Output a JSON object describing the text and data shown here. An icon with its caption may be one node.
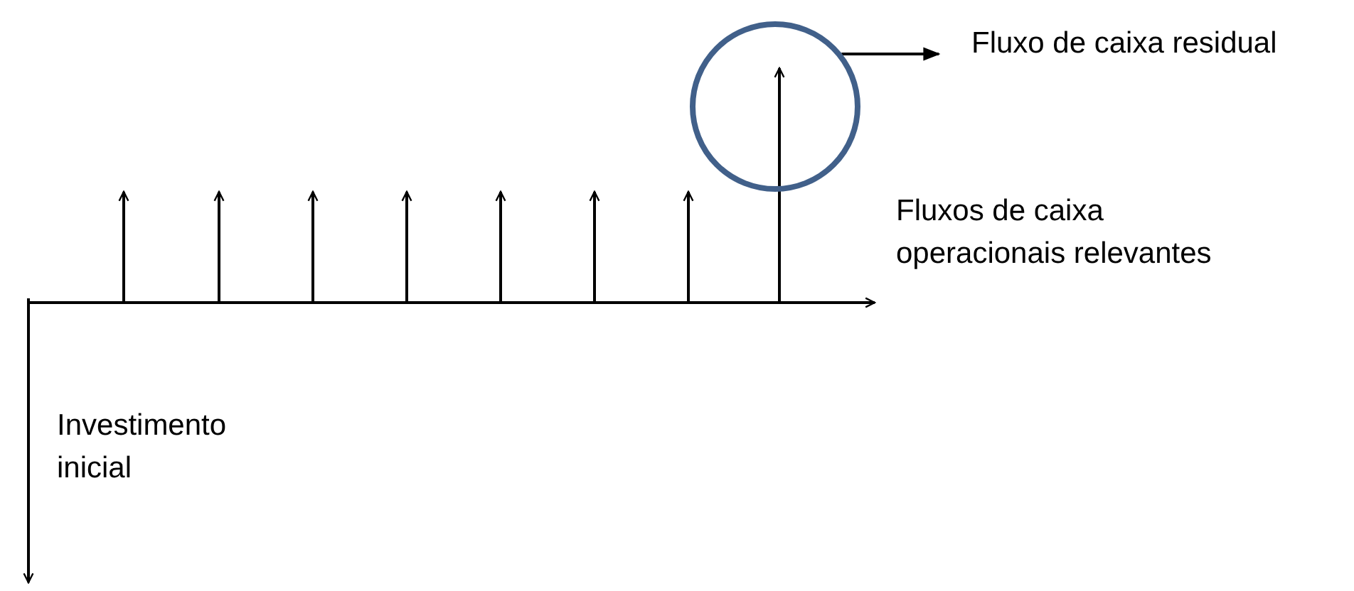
{
  "diagram": {
    "nodes": [
      {
        "text": [],
        "shape": "circle"
      },
      {
        "text": [
          "Fluxo de caixa residual"
        ]
      }
    ],
    "edges": [
      {
        "from": 0,
        "to": 1,
        "arrow": "to"
      }
    ],
    "labels": [
      "Fluxos de caixa operacionais relevantes",
      "Investimento inicial"
    ]
  }
}
